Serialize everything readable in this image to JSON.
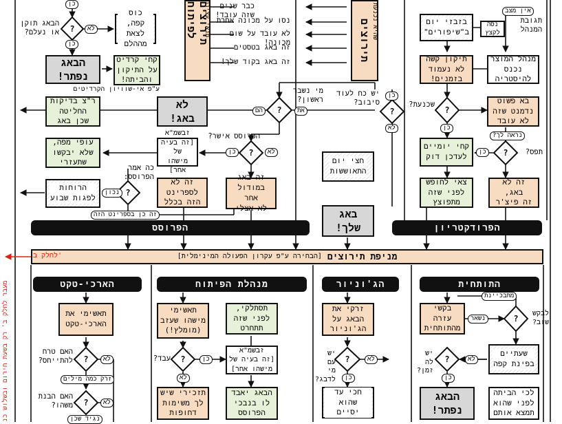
{
  "colors": {
    "peach": "#f8dcc2",
    "green": "#e7f1d9",
    "gray": "#d7d7d7",
    "banner": "#111111",
    "red": "#d21111"
  },
  "banners": {
    "process": "הפרוסס",
    "production": "הפרודקטריון",
    "bug_manifest": "מניפת תירוצים",
    "bug_manifest_sub": "[הבחירה ע\"פ עקרון הפעולה המינימלית]",
    "architect": "הארכי-טקט",
    "dev_manager": "מנהלת הפיתוח",
    "junior": "הג'וניור",
    "newbie": "התותחית"
  },
  "red": {
    "to_part_b": "לחלק ב'",
    "side_note": "מעבר לחלק ב' רק בשעת חירום ובשלוש כנ"
  },
  "boxes": {
    "coffee_break": "כוס קפה,\nלצאת מההלם",
    "bring_fix": "הבאג תוקן\nאו נעלם?",
    "bug_disappeared": "הבאג\nנפתר!",
    "credits": "קחי קרדיט\nעל התיקון\nוהביתה!",
    "credits_note": "ע\"פ אי-שוויון הקרדיטים",
    "not_bug": "לא\nבאג!",
    "reg_checks": "ר\"צ בדיקות\nהחליטה\nשכן באג",
    "stuck_map": "עופי מפה,\nשלא יבקשו\nשתעזרי",
    "no_excuse_a": "זה לא\nלספרינט\nהזה בכלל",
    "another_module": "זה באג\nבמודול אחר\nלא אצלי",
    "weekly": "הרוחות\nלפגות שבוע",
    "half_day": "חצי יום\nהתאוששות",
    "bug_yours": "באג\nשלך!",
    "ask_dev": "זה לא באג,\nזה פיצ'ר",
    "take_day": "קחי יומיים\nלעדכן דוק",
    "out_of_here": "צאי לחופש\nלפני שזה\nמתפוצץ",
    "looks_simple": "בא פשוט\nנדמנט שזה\nלא עובד",
    "manager_caught": "מנהל המוצר\nנכנס\nלהיסטריה",
    "fix_hard": "תיקון קשה\nלא נעמוד\nבזמנים!",
    "sprint_days": "בזבזי יום\nב\"שיפורים\"",
    "urgent_lead": "תגובת\nהמנהל",
    "arch_assign": "תאשימי את\nהארכי-טקט",
    "ask_arch_q": "האם טרח\nלהתייחס?",
    "understood_q": "האם הבנת\nמשהו?",
    "dev_assign": "תאשימי\nמישהו שעזב\n(מומלץ!)",
    "done_q": "עבד?",
    "remind": "תזכירי שיש\nלך משימות\nדחופות",
    "zabash": "זבשמ\"א\n[זה בעיה של\nמישהו אחר]",
    "zabash2": "זבשמ\"א\n[זה בעיה של\nמישהו אחר]",
    "solve_earlier": "תסתלקי,\nלפני שזה\nתתחרט",
    "bug_fixed_later": "הבאג יאבד\nלו בנבכי\nהפרוסס",
    "junior_assign": "זרקי את\nהבאג על\nהג'וניור",
    "junior_ask_q": "יש עם\nמי לדבג?",
    "half_hour": "חכי עד\nשהוא יסיים",
    "ask_help": "בקשי עזרה\nמהתותחית",
    "two_hours": "שעתיים\nבפינת קפה",
    "time_q": "יש לה\nזמן?",
    "bug_solved": "הבאג\nנפתר!",
    "before_leave": "לכי הביתה\nלפני שהוא\nתמצא אותם"
  },
  "labels": {
    "it_worked": "מי נשבר\nראשון?",
    "other_reason": "יש כח לעוד\nסיבוב?",
    "process_sure": "הפרוסס אישר?",
    "said_process": "כה אמר\nהפרוסס:",
    "is_it_simple": "שכנעת?",
    "is_it_failing": "תפס?",
    "urgent": "לבקש\nשוב?",
    "yes": "כן",
    "no": "לא",
    "him": "הם",
    "me": "את",
    "later": "נכון",
    "throw_ball": "זרק כמה מילים",
    "never": "נגיד שכן",
    "this_sprint": "זה כן בספרינט הזה",
    "crying": "מתבכיינת",
    "saw": "נראה לך?",
    "tried": "נסה\nלקצץ",
    "no_excuse": "אין מצב",
    "was_here": "נשאר"
  },
  "top_menu": {
    "title": "תירוצים לפיתוח",
    "sub": "תנאי עצירה",
    "items": [
      "כבר שנים שזה עובד!",
      "נסו על מכונה אחרת",
      "לא עובד על שום מכונה!",
      "זה באג בטסטים",
      "זה באג בקוד שלך!"
    ]
  },
  "top_right_bar": {
    "title": "תירוצים",
    "sub": "שהיא נכנעת"
  }
}
